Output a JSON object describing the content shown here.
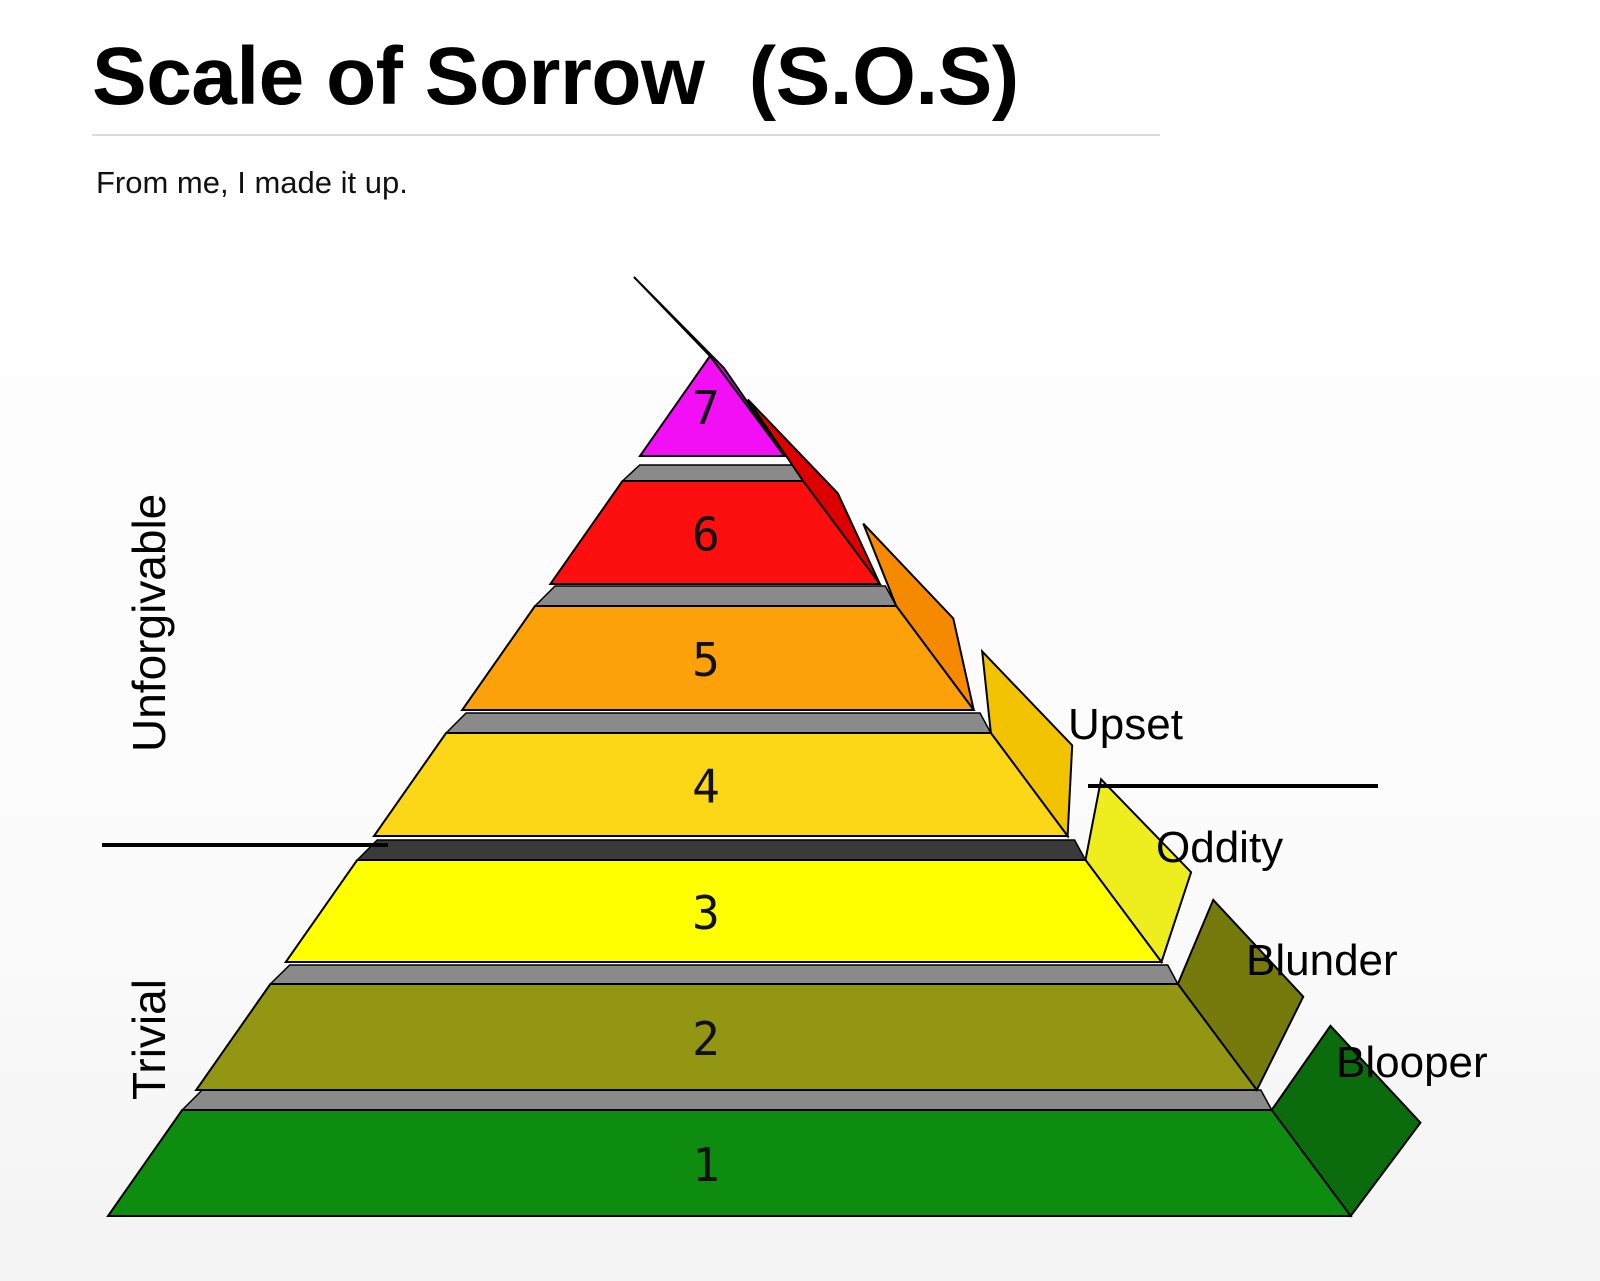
{
  "slide": {
    "title": "Scale of Sorrow  (S.O.S)",
    "subtitle": "From me, I made it up."
  },
  "pyramid": {
    "levels": [
      {
        "number": "1",
        "color": "#0e8c10",
        "side_color": "#0b6c0d"
      },
      {
        "number": "2",
        "color": "#929613",
        "side_color": "#76790c"
      },
      {
        "number": "3",
        "color": "#ffff00",
        "side_color": "#eeee1e"
      },
      {
        "number": "4",
        "color": "#fcd717",
        "side_color": "#f2c300"
      },
      {
        "number": "5",
        "color": "#fda10b",
        "side_color": "#f58a00"
      },
      {
        "number": "6",
        "color": "#fd0f0f",
        "side_color": "#dd0000"
      },
      {
        "number": "7",
        "color": "#f20ff5",
        "side_color": "#c90bd0"
      }
    ],
    "separator_color": "#8a8a8a"
  },
  "labels": {
    "left_top": "Unforgivable",
    "left_bottom": "Trivial",
    "right": [
      "Upset",
      "Oddity",
      "Blunder",
      "Blooper"
    ]
  }
}
